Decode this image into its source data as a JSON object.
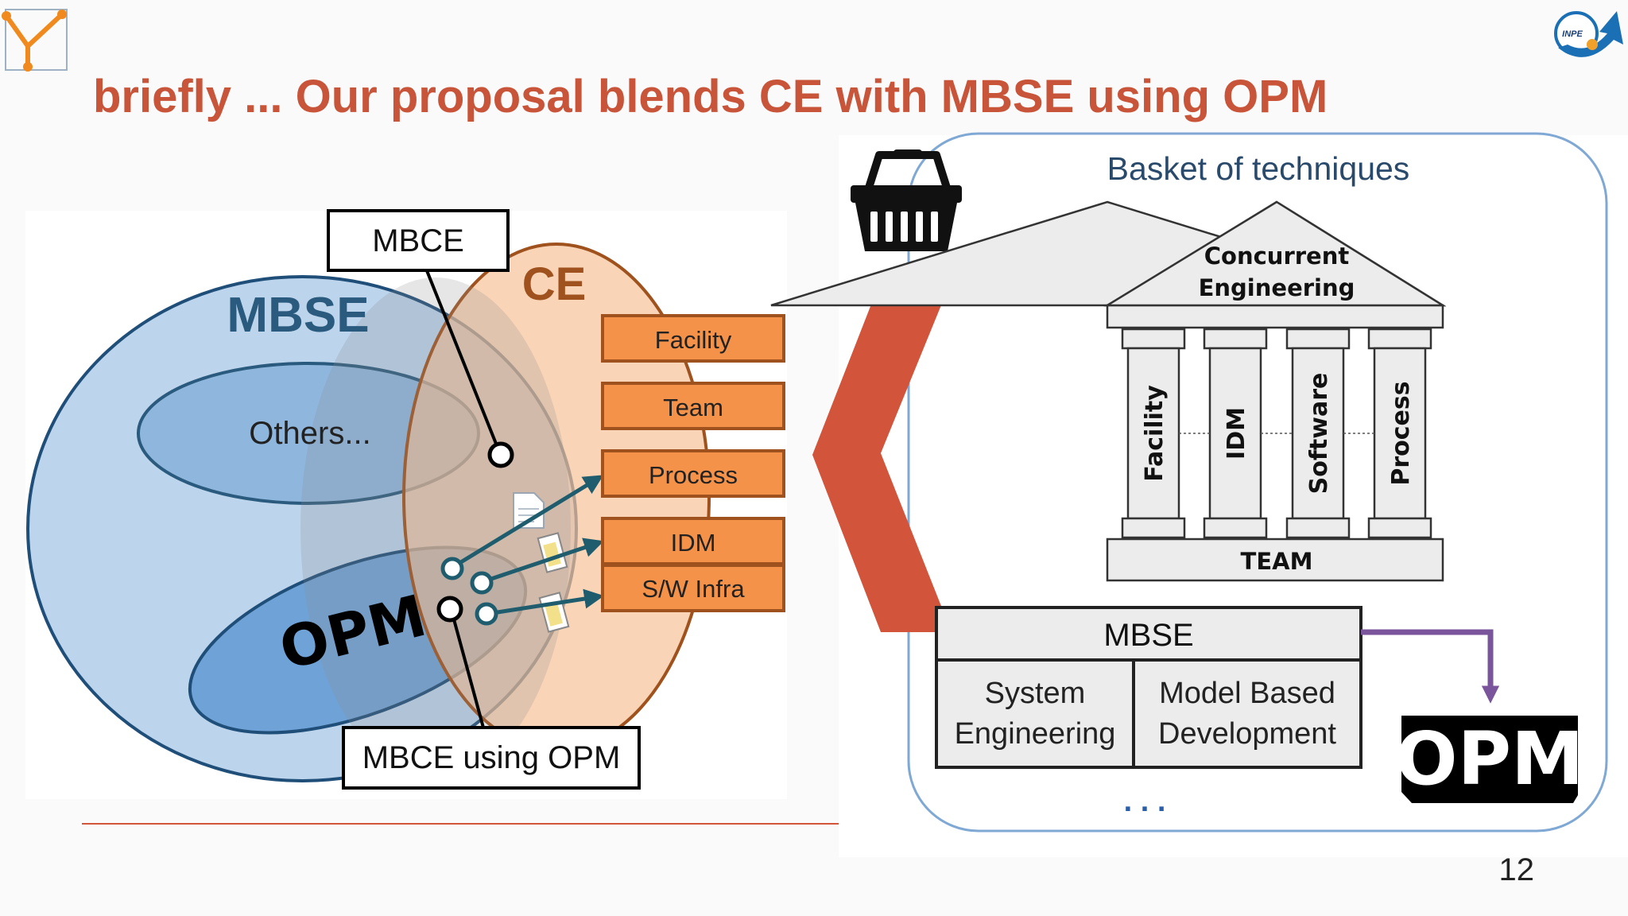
{
  "slide": {
    "title": "briefly ... Our proposal blends CE with MBSE using OPM",
    "page_number": "12"
  },
  "venn": {
    "mbse_label": "MBSE",
    "ce_label": "CE",
    "others_label": "Others...",
    "opm_label": "OPM",
    "mbce_callout": "MBCE",
    "mbce_opm_callout": "MBCE using OPM",
    "ce_items": [
      "Facility",
      "Team",
      "Process",
      "IDM",
      "S/W Infra"
    ]
  },
  "basket": {
    "title": "Basket of techniques",
    "temple": {
      "roof_line1": "Concurrent",
      "roof_line2": "Engineering",
      "pillars": [
        "Facility",
        "IDM",
        "Software",
        "Process"
      ],
      "base": "TEAM"
    },
    "mbse_table": {
      "header": "MBSE",
      "cell1_line1": "System",
      "cell1_line2": "Engineering",
      "cell2_line1": "Model Based",
      "cell2_line2": "Development"
    },
    "ellipsis": ". . .",
    "opm_logo": "OPM"
  },
  "colors": {
    "title": "#c8553a",
    "mbse_blue": "#2a5a7d",
    "ce_orange": "#f4924a",
    "ce_label": "#a0521e",
    "chevron": "#d2543b",
    "arrow_purple": "#7b559c",
    "basket_border": "#7fa8d4"
  }
}
